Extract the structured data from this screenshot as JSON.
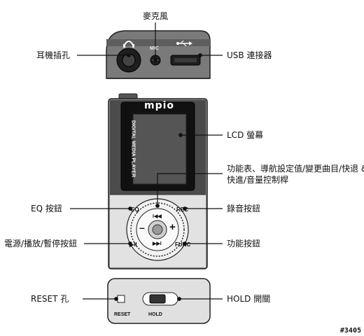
{
  "labels": {
    "microphone": "麥克風",
    "earphone_jack": "耳機插孔",
    "usb_connector": "USB 連接器",
    "lcd_screen": "LCD 螢幕",
    "nav_line1": "功能表、導航設定值/變更曲目/快退 &",
    "nav_line2": "快進/音量控制桿",
    "eq_button": "EQ 按鈕",
    "record_button": "錄音按鈕",
    "power_button": "電源/播放/暫停按鈕",
    "function_button": "功能按鈕",
    "reset_hole": "RESET 孔",
    "hold_switch": "HOLD 開關"
  },
  "device": {
    "brand": "mpio",
    "side_text": "DIGITAL MEDIA PLAYER",
    "mic_label": "MIC",
    "reset_small": "RESET",
    "hold_small": "HOLD",
    "key_eq": "EQ",
    "key_rec": "REC",
    "key_power": "▶II",
    "key_func": "FUNC",
    "key_minus": "–",
    "key_plus": "+",
    "key_up": "I◀◀",
    "key_down": "▶▶I"
  },
  "corner_id": "#3405"
}
